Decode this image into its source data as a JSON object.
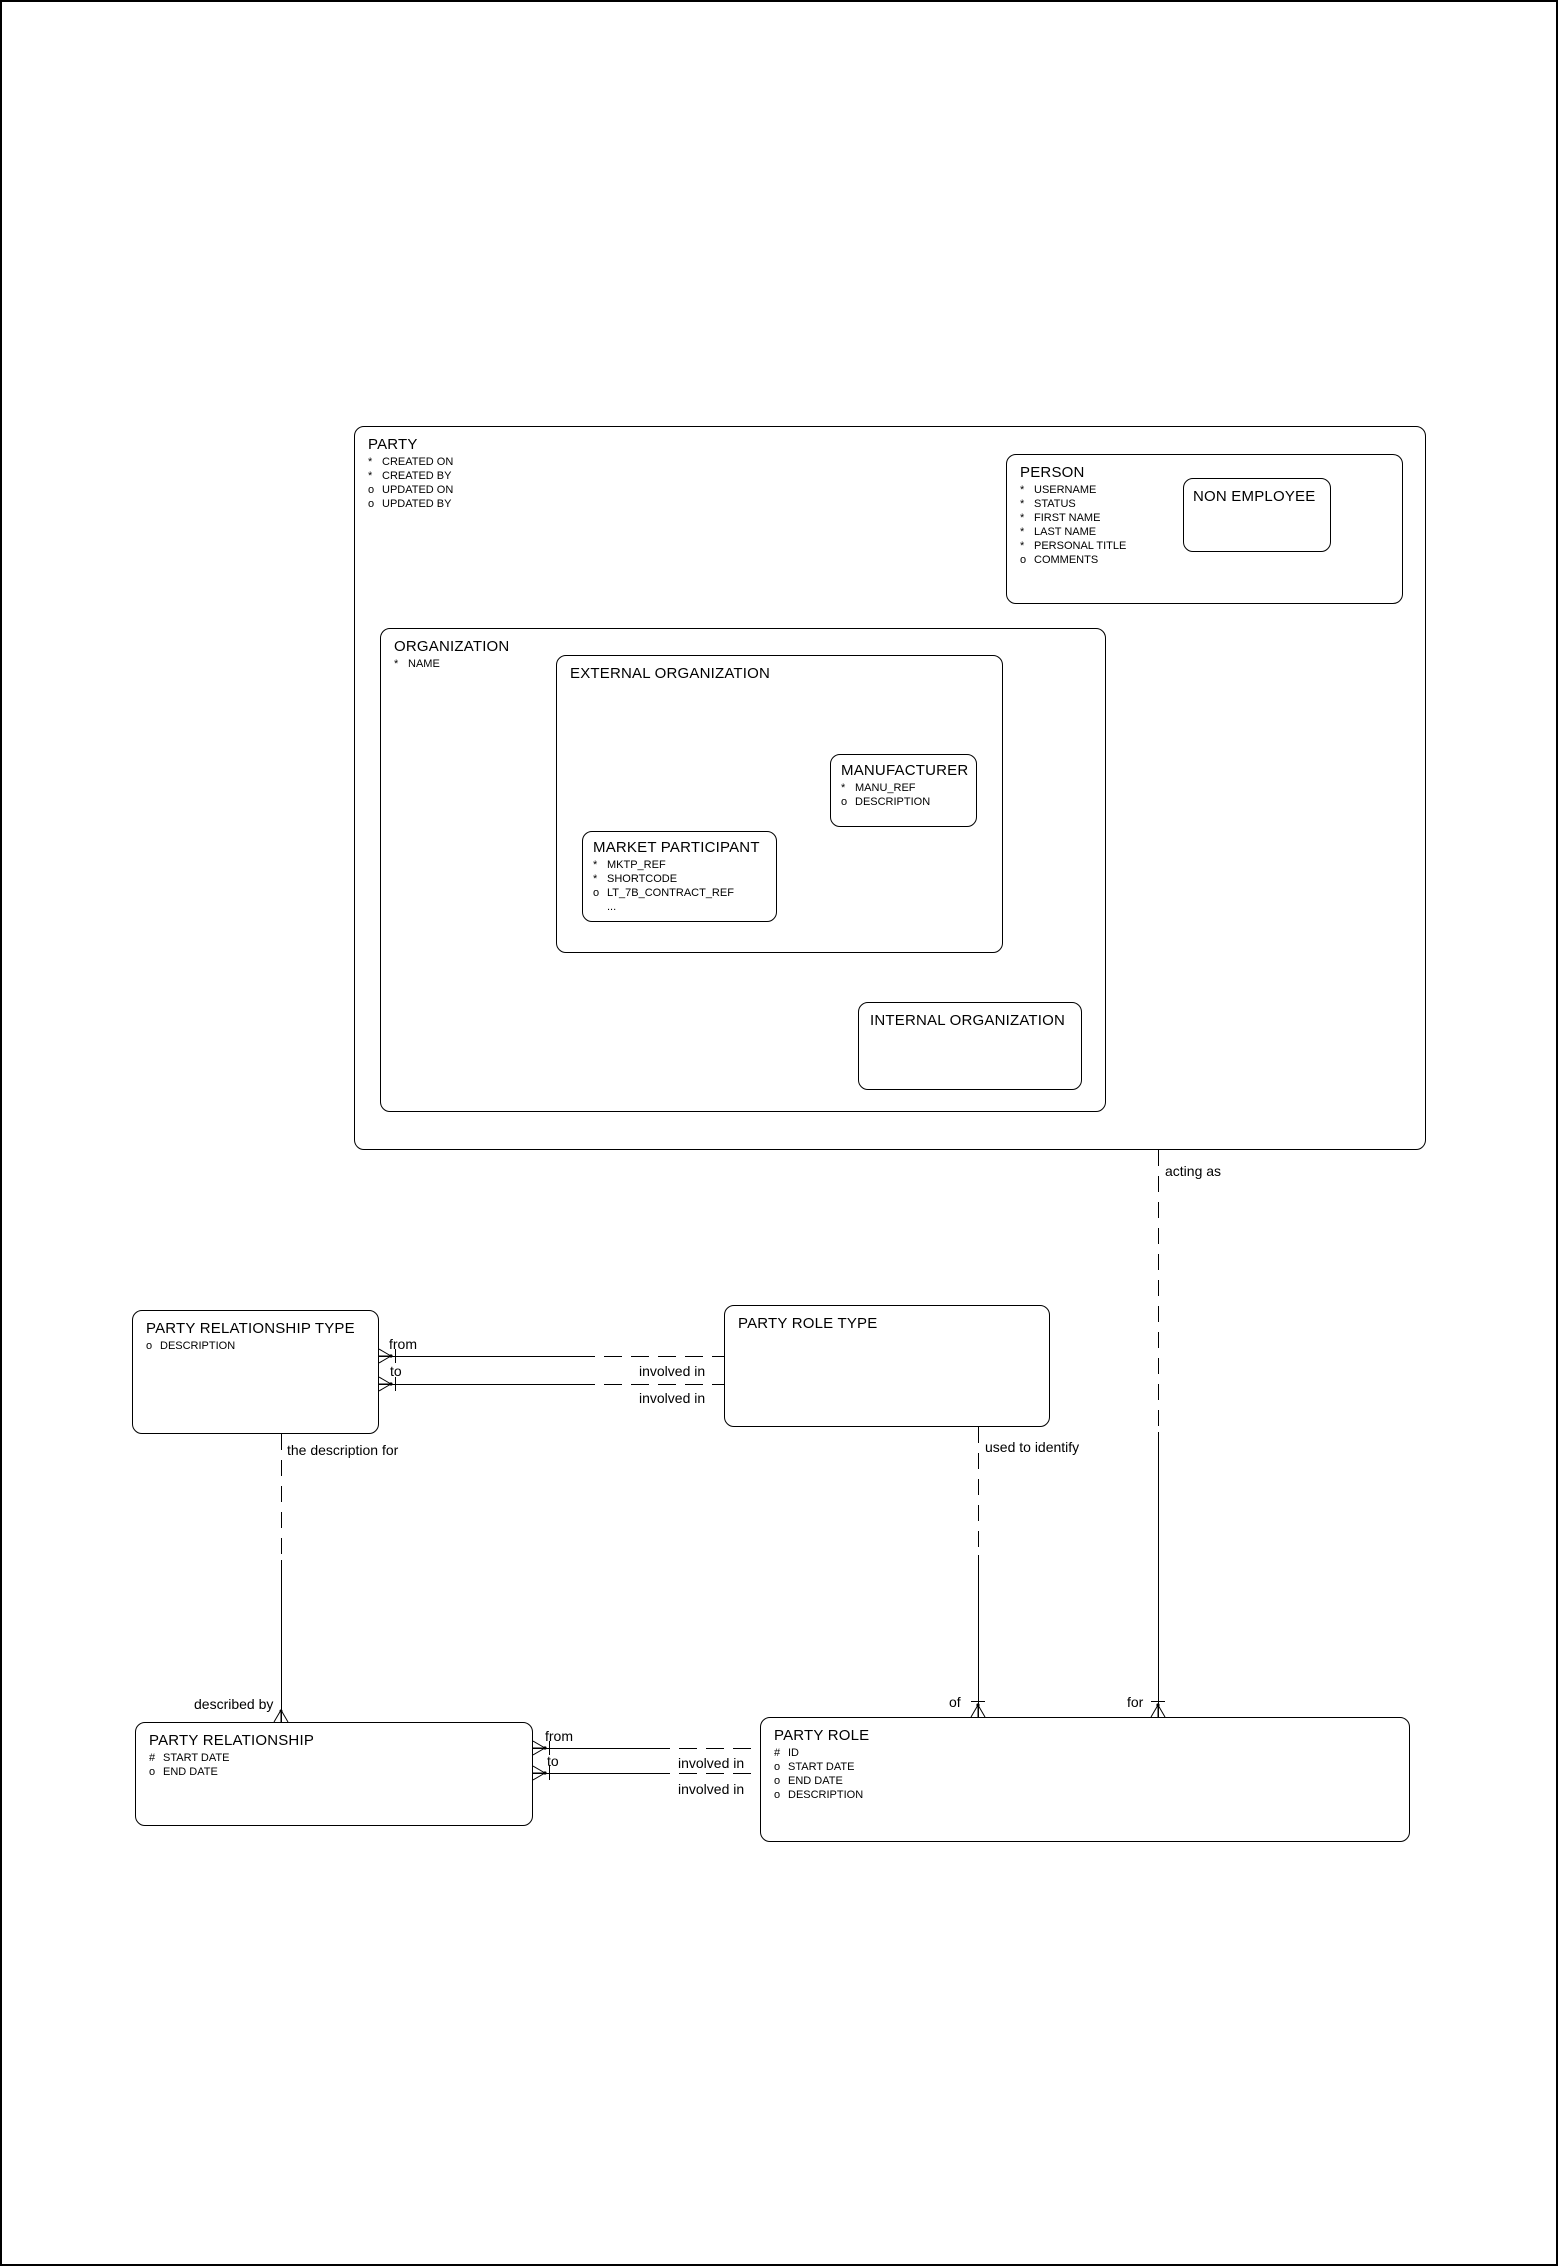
{
  "entities": [
    {
      "title": "PARTY",
      "attrs": [
        {
          "p": "*",
          "n": "CREATED ON"
        },
        {
          "p": "*",
          "n": "CREATED BY"
        },
        {
          "p": "o",
          "n": "UPDATED ON"
        },
        {
          "p": "o",
          "n": "UPDATED BY"
        }
      ]
    },
    {
      "title": "PERSON",
      "attrs": [
        {
          "p": "*",
          "n": "USERNAME"
        },
        {
          "p": "*",
          "n": "STATUS"
        },
        {
          "p": "*",
          "n": "FIRST NAME"
        },
        {
          "p": "*",
          "n": "LAST NAME"
        },
        {
          "p": "*",
          "n": "PERSONAL TITLE"
        },
        {
          "p": "o",
          "n": "COMMENTS"
        }
      ]
    },
    {
      "title": "NON EMPLOYEE",
      "attrs": []
    },
    {
      "title": "ORGANIZATION",
      "attrs": [
        {
          "p": "*",
          "n": "NAME"
        }
      ]
    },
    {
      "title": "EXTERNAL ORGANIZATION",
      "attrs": []
    },
    {
      "title": "MANUFACTURER",
      "attrs": [
        {
          "p": "*",
          "n": "MANU_REF"
        },
        {
          "p": "o",
          "n": "DESCRIPTION"
        }
      ]
    },
    {
      "title": "MARKET PARTICIPANT",
      "attrs": [
        {
          "p": "*",
          "n": "MKTP_REF"
        },
        {
          "p": "*",
          "n": "SHORTCODE"
        },
        {
          "p": "o",
          "n": "LT_7B_CONTRACT_REF"
        },
        {
          "p": "",
          "n": "..."
        }
      ]
    },
    {
      "title": "INTERNAL ORGANIZATION",
      "attrs": []
    },
    {
      "title": "PARTY RELATIONSHIP TYPE",
      "attrs": [
        {
          "p": "o",
          "n": "DESCRIPTION"
        }
      ]
    },
    {
      "title": "PARTY ROLE TYPE",
      "attrs": []
    },
    {
      "title": "PARTY RELATIONSHIP",
      "attrs": [
        {
          "p": "#",
          "n": "START DATE"
        },
        {
          "p": "o",
          "n": "END DATE"
        }
      ]
    },
    {
      "title": "PARTY ROLE",
      "attrs": [
        {
          "p": "#",
          "n": "ID"
        },
        {
          "p": "o",
          "n": "START DATE"
        },
        {
          "p": "o",
          "n": "END DATE"
        },
        {
          "p": "o",
          "n": "DESCRIPTION"
        }
      ]
    }
  ],
  "relationship_labels": {
    "type_from": "from",
    "type_to": "to",
    "type_involved_in_1": "involved in",
    "type_involved_in_2": "involved in",
    "rel_from": "from",
    "rel_to": "to",
    "rel_involved_in_1": "involved in",
    "rel_involved_in_2": "involved in",
    "acting_as": "acting as",
    "the_description_for": "the description for",
    "described_by": "described by",
    "used_to_identify": "used to identify",
    "of": "of",
    "for": "for"
  },
  "colors": {
    "line": "#000000",
    "background": "#ffffff"
  }
}
